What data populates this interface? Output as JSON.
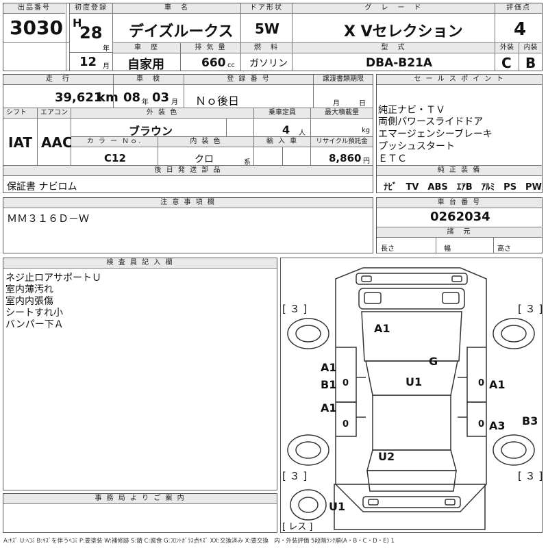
{
  "top": {
    "lot_label": "出品番号",
    "lot": "3030",
    "first_reg_label": "初度登録",
    "era": "H",
    "year": "28",
    "year_unit": "年",
    "month": "12",
    "month_unit": "月",
    "name_label": "車　名",
    "name": "デイズルークス",
    "door_label": "ドア形状",
    "door": "5W",
    "grade_label": "グ　レ　ー　ド",
    "grade": "X Vセレクション",
    "score_label": "評価点",
    "score": "4",
    "history_label": "車　歴",
    "history": "自家用",
    "displacement_label": "排 気 量",
    "displacement": "660",
    "displacement_unit": "cc",
    "fuel_label": "燃　料",
    "fuel": "ガソリン",
    "model_label": "型　式",
    "model": "DBA-B21A",
    "exterior_label": "外装",
    "exterior": "C",
    "interior_label": "内装",
    "interior": "B"
  },
  "row2": {
    "mileage_label": "走　行",
    "mileage": "39,621",
    "mileage_unit": "km",
    "inspection_label": "車　検",
    "insp_year": "08",
    "insp_year_unit": "年",
    "insp_month": "03",
    "insp_month_unit": "月",
    "regno_label": "登 録 番 号",
    "regno": "Ｎｏ後日",
    "transfer_label": "譲渡書類期限",
    "transfer_month": "月",
    "transfer_day": "日",
    "shift_label": "シフト",
    "shift": "IAT",
    "ac_label": "エアコン",
    "ac": "AAC",
    "color_label": "外 装 色",
    "color": "ブラウン",
    "capacity_label": "乗車定員",
    "capacity": "4",
    "capacity_unit": "人",
    "load_label": "最大積載量",
    "load_unit": "kg",
    "colorno_label": "カ ラ ー Ｎｏ.",
    "colorno": "C12",
    "intcolor_label": "内 装 色",
    "intcolor": "クロ",
    "intcolor_unit": "系",
    "import_label": "輸 入 車",
    "recycle_label": "リサイクル預託金",
    "recycle": "8,860",
    "recycle_unit": "円",
    "later_label": "後 日 発 送 部 品",
    "later": "保証書 ナビロム"
  },
  "sales": {
    "label": "セ ー ル ス ポ イ ン ト",
    "lines": [
      "純正ナビ・ＴＶ",
      "両側パワースライドドア",
      "エマージェンシーブレーキ",
      "プッシュスタート",
      "ＥＴＣ"
    ],
    "equip_label": "純 正 装 備",
    "equip": "ﾅﾋﾞ　TV　ABS　ｴｱB　ｱﾙﾐ　PS　PW"
  },
  "notes": {
    "label": "注 意 事 項 欄",
    "text": "ＭＭ３１６Ｄ－Ｗ"
  },
  "chassis": {
    "label": "車 台 番 号",
    "number": "0262034",
    "spec_label": "諸　元",
    "length": "長さ",
    "width": "幅",
    "height": "高さ"
  },
  "inspector": {
    "label": "検 査 員 記 入 欄",
    "lines": [
      "ネジ止ロアサポートＵ",
      "室内薄汚れ",
      "室内内張傷",
      "シートすれ小",
      "バンパー下Ａ"
    ]
  },
  "office": {
    "label": "事 務 局 よ り ご 案 内"
  },
  "diagram": {
    "tire_fl": "[ ３ ]",
    "tire_fr": "[ ３ ]",
    "tire_rl": "[ ３ ]",
    "tire_rr": "[ ３ ]",
    "spare": "[ レス ]",
    "marks": {
      "a1_bonnet": "A1",
      "g": "G",
      "a1_lf": "A1",
      "b1_lf": "B1",
      "u1_roof": "U1",
      "a1_rf": "A1",
      "a1_lr": "A1",
      "a3_rr": "A3",
      "b3_rr": "B3",
      "u2": "U2",
      "u1_bumper": "U1",
      "zero_l": "0",
      "zero_r": "0",
      "zero_l2": "0",
      "zero_r2": "0"
    }
  },
  "legend": "A:ｷｽﾞ U:ﾍｺﾐ B:ｷｽﾞを伴うﾍｺﾐ P:要塗装 W:補修跡 S:錆 C:腐食 G:ﾌﾛﾝﾄｶﾞﾗｽ点ｷｽﾞ XX:交換済み X:要交換　内・外装評価 5段階ﾗﾝｸ順(A・B・C・D・E) 1"
}
